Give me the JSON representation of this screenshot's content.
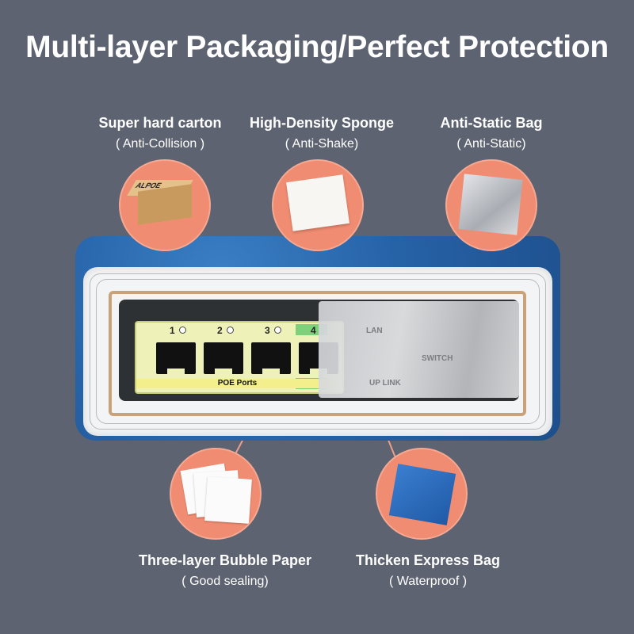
{
  "title": "Multi-layer Packaging/Perfect Protection",
  "layers": [
    {
      "name": "Super hard carton",
      "sub": "( Anti-Collision )",
      "icon": "carton-box-icon"
    },
    {
      "name": "High-Density Sponge",
      "sub": "( Anti-Shake)",
      "icon": "sponge-icon"
    },
    {
      "name": "Anti-Static Bag",
      "sub": "( Anti-Static)",
      "icon": "anti-static-bag-icon"
    },
    {
      "name": "Three-layer Bubble Paper",
      "sub": "( Good sealing)",
      "icon": "bubble-paper-icon"
    },
    {
      "name": "Thicken Express Bag",
      "sub": "( Waterproof )",
      "icon": "express-bag-icon"
    }
  ],
  "product": {
    "port_numbers": [
      "1",
      "2",
      "3",
      "4"
    ],
    "poe_label": "POE Ports",
    "carton_logo": "ALPOE",
    "bag_labels": [
      "LAN",
      "UP LINK",
      "SWITCH"
    ]
  },
  "colors": {
    "background": "#5d6370",
    "circle": "#f08c72",
    "connector": "#e9a08c",
    "express_bag": "#2763a8"
  }
}
